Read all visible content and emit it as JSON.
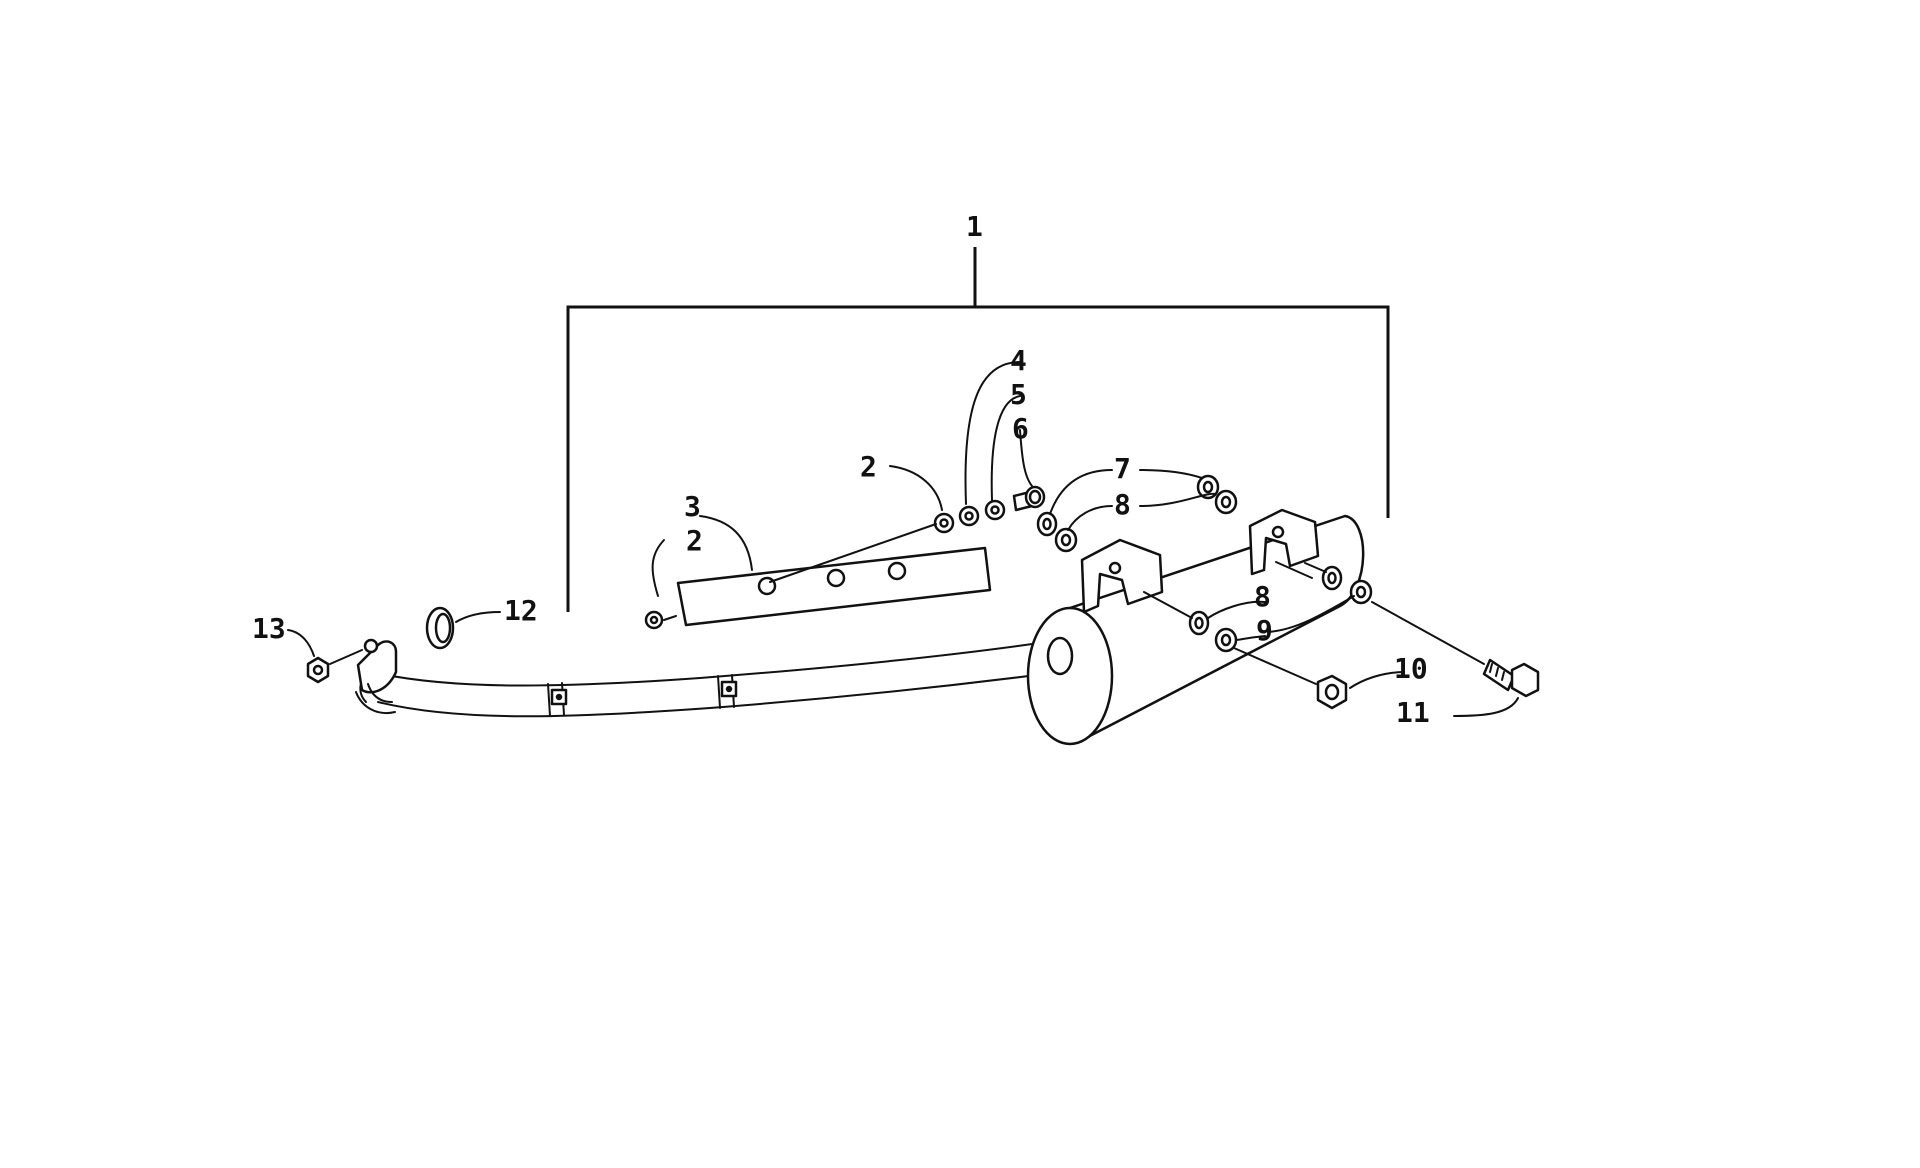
{
  "callouts": {
    "c1": "1",
    "c2a": "2",
    "c2b": "2",
    "c3": "3",
    "c4": "4",
    "c5": "5",
    "c6": "6",
    "c7": "7",
    "c8a": "8",
    "c8b": "8",
    "c9": "9",
    "c10": "10",
    "c11": "11",
    "c12": "12",
    "c13": "13"
  },
  "colors": {
    "line": "#111111",
    "background": "#ffffff"
  }
}
